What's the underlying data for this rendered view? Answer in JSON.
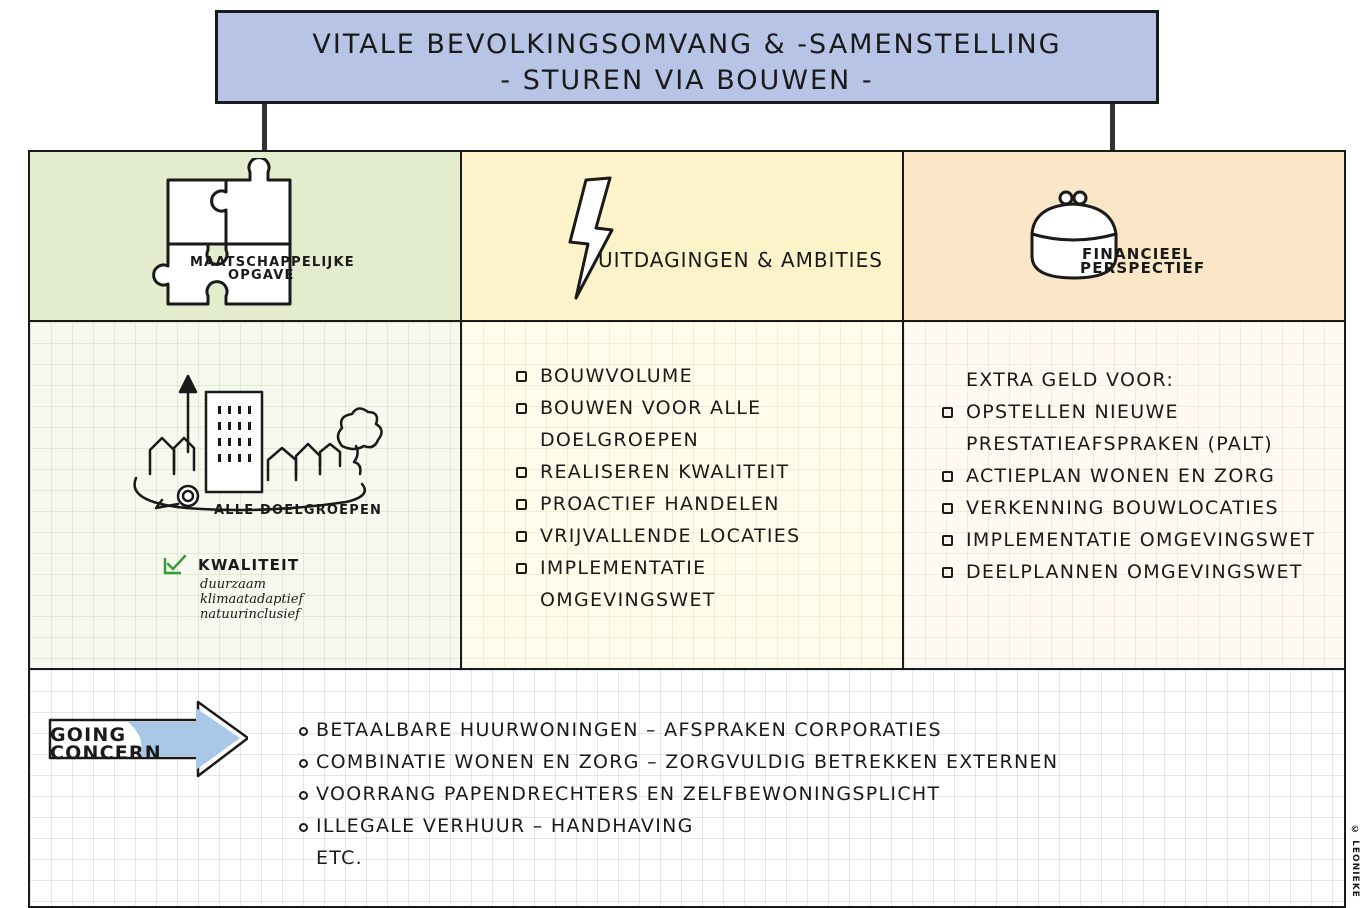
{
  "title": {
    "line1": "VITALE BEVOLKINGSOMVANG & -SAMENSTELLING",
    "line2": "- STUREN VIA BOUWEN -"
  },
  "columns": [
    {
      "heading_line1": "MAATSCHAPPELIJKE",
      "heading_line2": "OPGAVE",
      "icon": "puzzle-icon",
      "illustration_label": "ALLE DOELGROEPEN",
      "checked_label": "KWALITEIT",
      "checked_subitems": [
        "duurzaam",
        "klimaatadaptief",
        "natuurinclusief"
      ]
    },
    {
      "heading": "UITDAGINGEN & AMBITIES",
      "icon": "lightning-icon",
      "bullets": [
        "BOUWVOLUME",
        "BOUWEN VOOR ALLE",
        "DOELGROEPEN",
        "REALISEREN KWALITEIT",
        "PROACTIEF HANDELEN",
        "VRIJVALLENDE LOCATIES",
        "IMPLEMENTATIE",
        "OMGEVINGSWET"
      ]
    },
    {
      "heading_line1": "FINANCIEEL",
      "heading_line2": "PERSPECTIEF",
      "icon": "purse-icon",
      "intro": "EXTRA GELD VOOR:",
      "bullets": [
        "OPSTELLEN NIEUWE",
        "PRESTATIEAFSPRAKEN (PALT)",
        "ACTIEPLAN WONEN EN ZORG",
        "VERKENNING BOUWLOCATIES",
        "IMPLEMENTATIE OMGEVINGSWET",
        "DEELPLANNEN OMGEVINGSWET"
      ]
    }
  ],
  "going_concern": {
    "label_line1": "GOING",
    "label_line2": "CONCERN",
    "arrow_color": "#a9c8e8",
    "items": [
      "BETAALBARE HUURWONINGEN – AFSPRAKEN CORPORATIES",
      "COMBINATIE WONEN EN ZORG – ZORGVULDIG BETREKKEN EXTERNEN",
      "VOORRANG PAPENDRECHTERS EN ZELFBEWONINGSPLICHT",
      "ILLEGALE VERHUUR – HANDHAVING",
      "ETC."
    ]
  },
  "colors": {
    "title_bg": "#b7c4e6",
    "col1_head": "#e3eccd",
    "col2_head": "#fdf3cb",
    "col3_head": "#fbe7c8",
    "check": "#3a9a3a"
  },
  "copyright": "© LEONIEKE"
}
